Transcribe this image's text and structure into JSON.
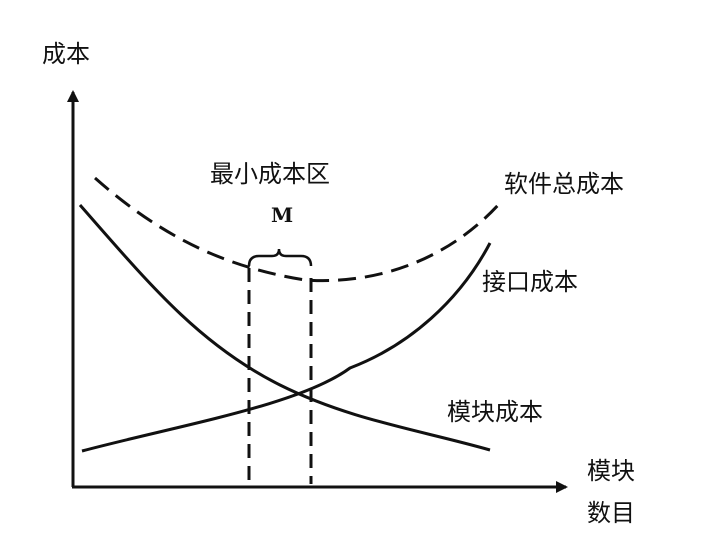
{
  "labels": {
    "y_axis": "成本",
    "x_axis_line1": "模块",
    "x_axis_line2": "数目",
    "min_cost_region": "最小成本区",
    "m_marker": "M",
    "total_cost": "软件总成本",
    "interface_cost": "接口成本",
    "module_cost": "模块成本"
  },
  "colors": {
    "stroke": "#111111",
    "background": "#ffffff"
  }
}
